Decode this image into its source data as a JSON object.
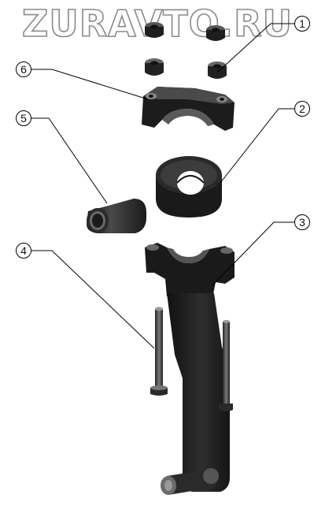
{
  "watermark": "ZURAVTO.RU",
  "callouts": [
    {
      "number": "1",
      "part": "nut"
    },
    {
      "number": "2",
      "part": "bushing-ring"
    },
    {
      "number": "3",
      "part": "connecting-rod"
    },
    {
      "number": "4",
      "part": "bolt"
    },
    {
      "number": "5",
      "part": "sleeve"
    },
    {
      "number": "6",
      "part": "rod-cap"
    }
  ],
  "colors": {
    "part_dark": "#1c1c1c",
    "part_mid": "#3a3a3a",
    "part_light": "#6a6a6a",
    "line": "#000000"
  }
}
